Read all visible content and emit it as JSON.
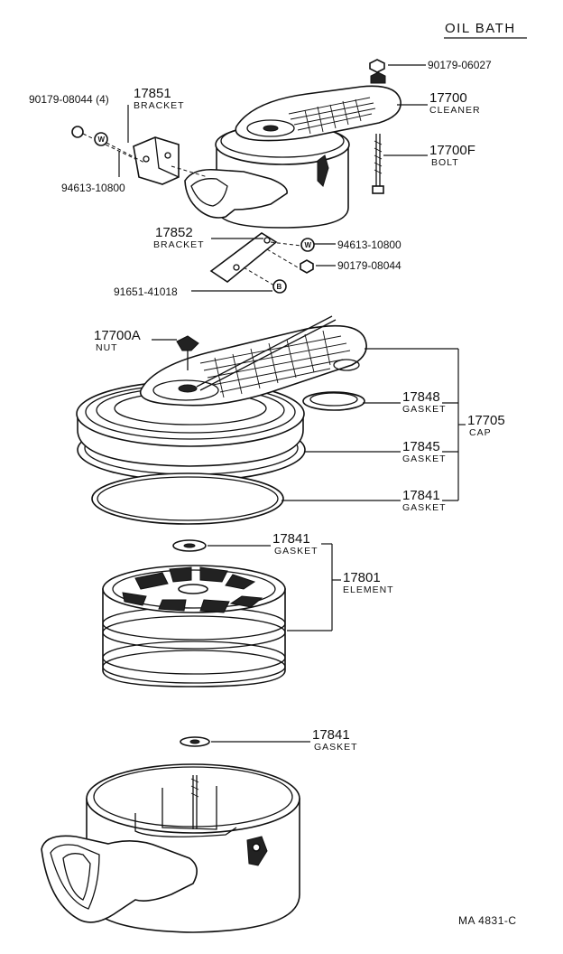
{
  "header": {
    "title": "OIL  BATH"
  },
  "footer": {
    "code": "MA  4831-C"
  },
  "symbols": {
    "washer": "W",
    "bolt": "B"
  },
  "parts": {
    "p90179_06027": "90179-06027",
    "p17700_num": "17700",
    "p17700_name": "CLEANER",
    "p17700F_num": "17700F",
    "p17700F_name": "BOLT",
    "p90179_08044_qty": "90179-08044  (4)",
    "p17851_num": "17851",
    "p17851_name": "BRACKET",
    "p94613_10800_left": "94613-10800",
    "p17852_num": "17852",
    "p17852_name": "BRACKET",
    "p94613_10800_right": "94613-10800",
    "p90179_08044": "90179-08044",
    "p91651_41018": "91651-41018",
    "p17700A_num": "17700A",
    "p17700A_name": "NUT",
    "p17848_num": "17848",
    "p17848_name": "GASKET",
    "p17705_num": "17705",
    "p17705_name": "CAP",
    "p17845_num": "17845",
    "p17845_name": "GASKET",
    "p17841a_num": "17841",
    "p17841a_name": "GASKET",
    "p17841b_num": "17841",
    "p17841b_name": "GASKET",
    "p17801_num": "17801",
    "p17801_name": "ELEMENT",
    "p17841c_num": "17841",
    "p17841c_name": "GASKET"
  }
}
